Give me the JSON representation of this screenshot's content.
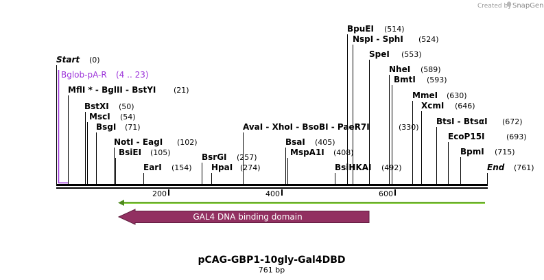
{
  "credit": {
    "prefix": "Created by",
    "brand": "SnapGene",
    "icon": "snapgene-logo-icon"
  },
  "sequence": {
    "length": 761
  },
  "sites": [
    {
      "name": "Start",
      "pos": "(0)",
      "italic": true
    },
    {
      "name": "MflI * - BglII - BstYI",
      "pos": "(21)"
    },
    {
      "name": "BstXI",
      "pos": "(50)"
    },
    {
      "name": "MscI",
      "pos": "(54)"
    },
    {
      "name": "BsgI",
      "pos": "(71)"
    },
    {
      "name": "NotI - EagI",
      "pos": "(102)"
    },
    {
      "name": "BsiEI",
      "pos": "(105)"
    },
    {
      "name": "EarI",
      "pos": "(154)"
    },
    {
      "name": "BsrGI",
      "pos": "(257)"
    },
    {
      "name": "HpaI",
      "pos": "(274)"
    },
    {
      "name": "AvaI - XhoI - BsoBI - PaeR7I",
      "pos": "(330)"
    },
    {
      "name": "BsaI",
      "pos": "(405)"
    },
    {
      "name": "MspA1I",
      "pos": "(408)"
    },
    {
      "name": "BsiHKAI",
      "pos": "(492)"
    },
    {
      "name": "BpuEI",
      "pos": "(514)"
    },
    {
      "name": "NspI - SphI",
      "pos": "(524)"
    },
    {
      "name": "SpeI",
      "pos": "(553)"
    },
    {
      "name": "NheI",
      "pos": "(589)"
    },
    {
      "name": "BmtI",
      "pos": "(593)"
    },
    {
      "name": "MmeI",
      "pos": "(630)"
    },
    {
      "name": "XcmI",
      "pos": "(646)"
    },
    {
      "name": "BtsI - BtsαI",
      "pos": "(672)"
    },
    {
      "name": "EcoP15I",
      "pos": "(693)"
    },
    {
      "name": "BpmI",
      "pos": "(715)"
    },
    {
      "name": "End",
      "pos": "(761)",
      "italic": true
    }
  ],
  "primer": {
    "name": "Bglob-pA-R",
    "range": "(4 .. 23)",
    "color": "#9b30d9"
  },
  "ruler": {
    "ticks": [
      "200",
      "400",
      "600"
    ]
  },
  "features": {
    "orf": {
      "color": "#7cc43a",
      "direction": "reverse"
    },
    "domain": {
      "label": "GAL4 DNA binding domain",
      "color": "#923061",
      "direction": "reverse"
    }
  },
  "title": "pCAG-GBP1-10gly-Gal4DBD",
  "length_label": "761 bp"
}
